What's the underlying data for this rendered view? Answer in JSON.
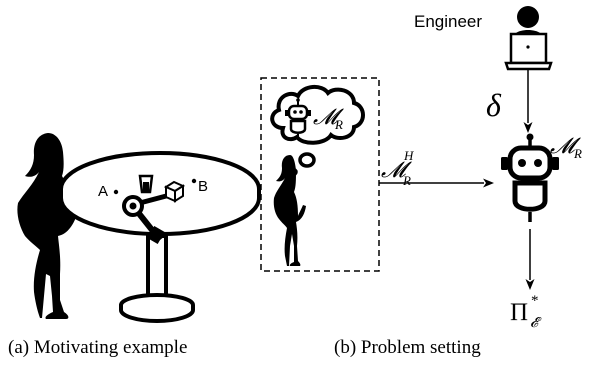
{
  "captions": {
    "a": "(a) Motivating example",
    "b": "(b) Problem setting"
  },
  "labels": {
    "engineer": "Engineer",
    "point_a": "A",
    "point_b": "B",
    "delta": "δ",
    "model_robot": "𝓜",
    "model_robot_sub": "R",
    "model_thought": "𝓜",
    "model_thought_sub": "R",
    "model_human": "𝓜",
    "model_human_sub": "R",
    "model_human_sup": "H",
    "policy": "Π",
    "policy_sub": "𝓔",
    "policy_sup": "*"
  },
  "icons": {
    "woman": "woman-silhouette-icon",
    "table": "round-table-icon",
    "arm": "robot-arm-icon",
    "cup": "cup-icon",
    "block": "block-icon",
    "robot": "robot-icon",
    "engineer": "engineer-laptop-icon",
    "thought": "thought-bubble-icon"
  }
}
